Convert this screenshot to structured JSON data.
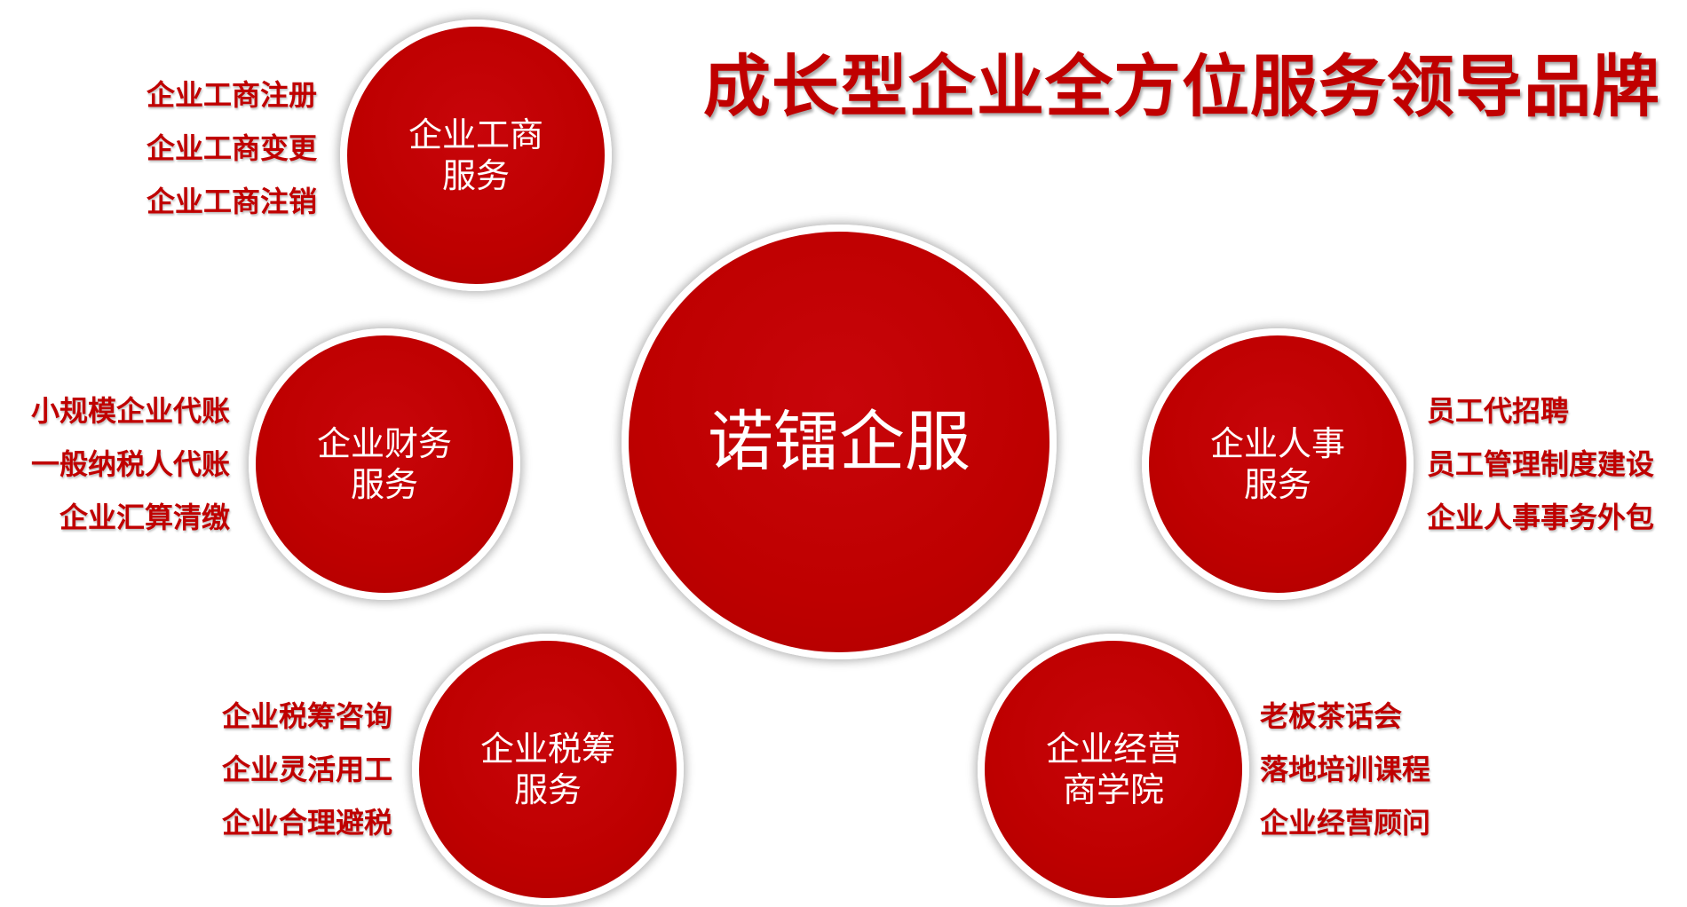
{
  "title": "成长型企业全方位服务领导品牌",
  "center": {
    "label": "诺镭企服"
  },
  "nodes": {
    "gongshang": {
      "line1": "企业工商",
      "line2": "服务",
      "items": [
        "企业工商注册",
        "企业工商变更",
        "企业工商注销"
      ]
    },
    "caiwu": {
      "line1": "企业财务",
      "line2": "服务",
      "items": [
        "小规模企业代账",
        "一般纳税人代账",
        "企业汇算清缴"
      ]
    },
    "shuichou": {
      "line1": "企业税筹",
      "line2": "服务",
      "items": [
        "企业税筹咨询",
        "企业灵活用工",
        "企业合理避税"
      ]
    },
    "renshi": {
      "line1": "企业人事",
      "line2": "服务",
      "items": [
        "员工代招聘",
        "员工管理制度建设",
        "企业人事事务外包"
      ]
    },
    "jingying": {
      "line1": "企业经营",
      "line2": "商学院",
      "items": [
        "老板茶话会",
        "落地培训课程",
        "企业经营顾问"
      ]
    }
  },
  "colors": {
    "brand_red": "#c00000",
    "circle_text": "#ffffff"
  }
}
